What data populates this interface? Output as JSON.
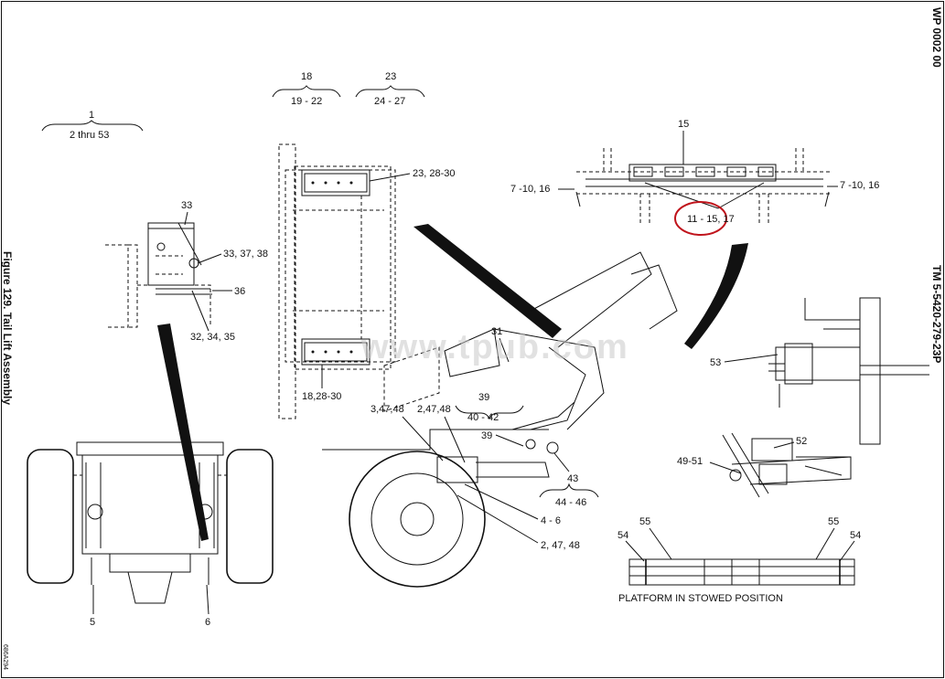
{
  "header": {
    "wp_number": "WP 0002 00",
    "tm_number": "TM 5-5420-279-23P",
    "figure_title": "Figure 129. Tail Lift Assembly",
    "drawing_id": "686A294"
  },
  "watermark": "www.tpub.com",
  "callouts": {
    "c1": "1",
    "c1_range": "2 thru 53",
    "c18": "18",
    "c18_range": "19 - 22",
    "c23": "23",
    "c23_range": "24 - 27",
    "c15": "15",
    "c7_left": "7 -10, 16",
    "c7_right": "7 -10, 16",
    "c11": "11 - 15, 17",
    "c23_28": "23, 28-30",
    "c18_28": "18,28-30",
    "c33": "33",
    "c33_37": "33, 37, 38",
    "c36": "36",
    "c32": "32, 34, 35",
    "c31": "31",
    "c53": "53",
    "c52": "52",
    "c49": "49-51",
    "c3_47": "3,47,48",
    "c2_47_top": "2,47,48",
    "c39a": "39",
    "c40": "40 - 42",
    "c39b": "39",
    "c43": "43",
    "c44": "44 - 46",
    "c4": "4 - 6",
    "c2_47_bot": "2, 47, 48",
    "c54_left": "54",
    "c55_left": "55",
    "c55_right": "55",
    "c54_right": "54",
    "c5": "5",
    "c6": "6"
  },
  "platform_caption": "PLATFORM IN STOWED POSITION",
  "colors": {
    "line": "#111111",
    "highlight_circle": "#c0141c",
    "watermark": "#c8c8c8"
  }
}
